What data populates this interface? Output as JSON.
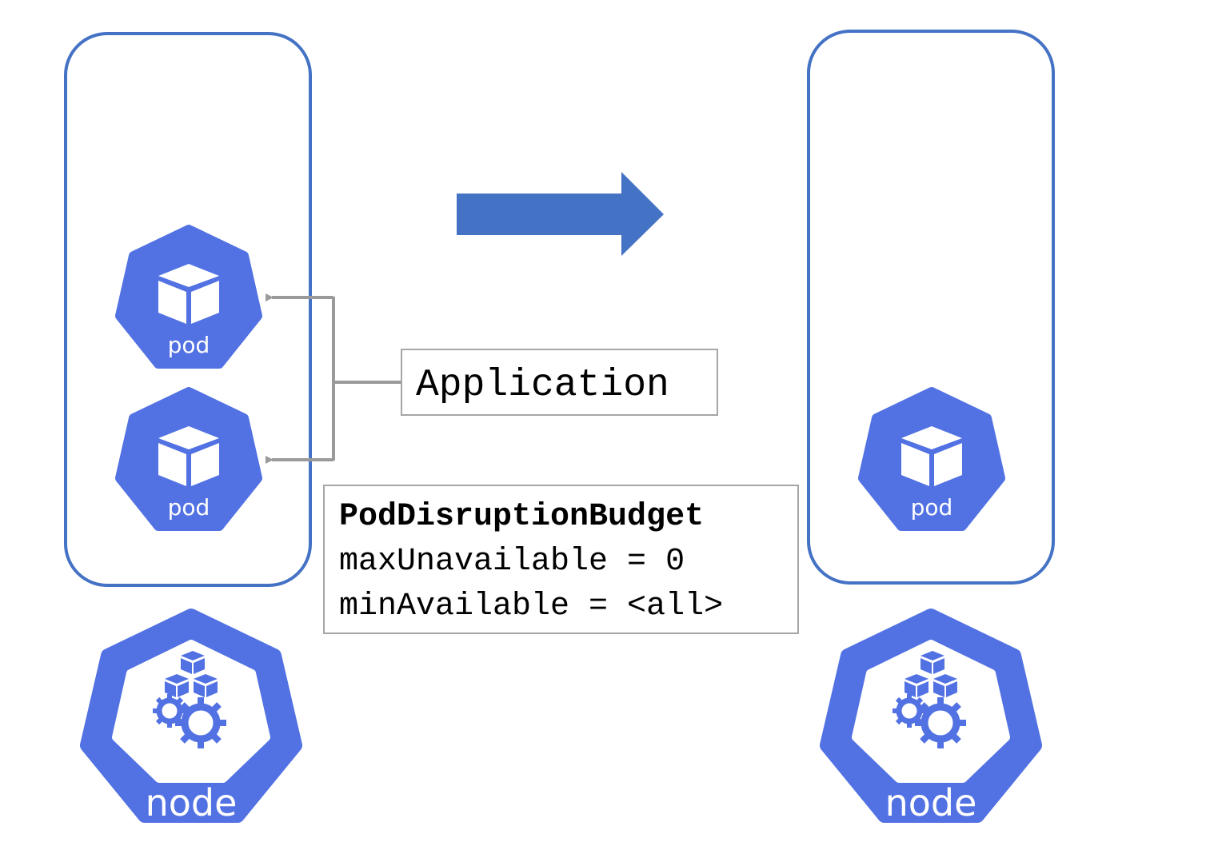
{
  "diagram": {
    "application_label": "Application",
    "pdb": {
      "title": "PodDisruptionBudget",
      "line1": "maxUnavailable = 0",
      "line2": "minAvailable = <all>"
    },
    "pod_label": "pod",
    "node_label": "node",
    "colors": {
      "k8s_blue": "#5272E3",
      "container_border": "#4472C4",
      "arrow_blue": "#4472C4",
      "connector_gray": "#9A9A9A",
      "box_border": "#A6A6A6"
    }
  }
}
